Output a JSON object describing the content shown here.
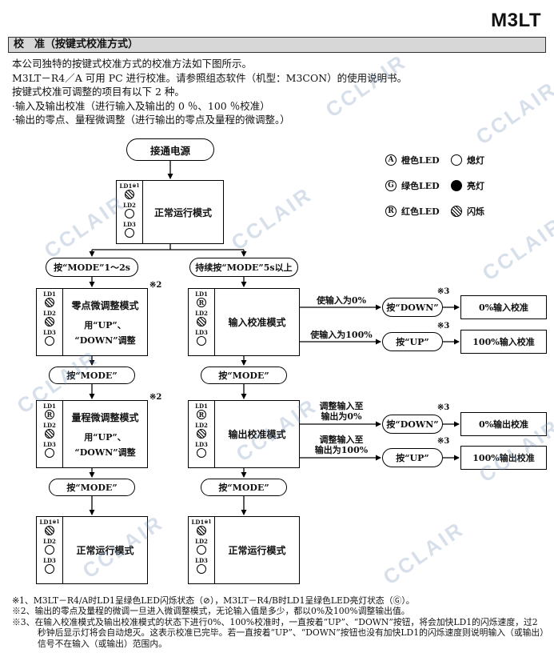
{
  "page": {
    "product": "M3LT",
    "section_title": "校　准（按键式校准方式）",
    "intro": [
      "本公司独特的按键式校准方式的校准方法如下图所示。",
      "M3LT－R4／A 可用 PC 进行校准。请参照组态软件（机型：M3CON）的使用说明书。",
      "按键式校准可调整的项目有以下 2 种。",
      "·输入及输出校准（进行输入及输出的 0 ％、100 ％校准）",
      "·输出的零点、量程微调整（进行输出的零点及量程的微调整。）"
    ],
    "watermark": "CCLAIR"
  },
  "legend": {
    "colors": [
      {
        "letter": "A",
        "label": "橙色LED"
      },
      {
        "letter": "G",
        "label": "绿色LED"
      },
      {
        "letter": "R",
        "label": "红色LED"
      }
    ],
    "states": [
      {
        "state": "off",
        "label": "熄灯"
      },
      {
        "state": "on",
        "label": "亮灯"
      },
      {
        "state": "flash",
        "label": "闪烁"
      }
    ]
  },
  "flow": {
    "start_label": "接通电源",
    "branch_left_label": "按“MODE”1～2s",
    "branch_right_label": "持续按“MODE”5s以上",
    "mode_button_label": "按“MODE”",
    "led_names": [
      "LD1",
      "LD2",
      "LD3"
    ],
    "note_refs": {
      "n1": "※1",
      "n2": "※2",
      "n3": "※3"
    },
    "boxes": {
      "normal_top": {
        "title": "正常运行模式",
        "leds": [
          "flash",
          "off",
          "off"
        ]
      },
      "zero_adjust": {
        "title": "零点微调整模式",
        "line2": "用“UP”、",
        "line3": "“DOWN”调整",
        "leds": [
          "flash",
          "flash",
          "off"
        ]
      },
      "input_cal": {
        "title": "输入校准模式",
        "leds": [
          "R",
          "flash",
          "off"
        ]
      },
      "span_adjust": {
        "title": "量程微调整模式",
        "line2": "用“UP”、",
        "line3": "“DOWN”调整",
        "leds": [
          "R",
          "flash",
          "off"
        ]
      },
      "output_cal": {
        "title": "输出校准模式",
        "leds": [
          "R",
          "flash",
          "off"
        ]
      },
      "normal_bottom_left": {
        "title": "正常运行模式",
        "leds": [
          "flash",
          "off",
          "off"
        ]
      },
      "normal_bottom_right": {
        "title": "正常运行模式",
        "leds": [
          "flash",
          "off",
          "off"
        ]
      }
    },
    "side_flows": [
      {
        "condition": "使输入为0%",
        "button": "按“DOWN”",
        "result": "0%输入校准"
      },
      {
        "condition": "使输入为100%",
        "button": "按“UP”",
        "result": "100%输入校准"
      },
      {
        "condition_line1": "调整输入至",
        "condition_line2": "输出为0%",
        "button": "按“DOWN”",
        "result": "0%输出校准"
      },
      {
        "condition_line1": "调整输入至",
        "condition_line2": "输出为100%",
        "button": "按“UP”",
        "result": "100%输出校准"
      }
    ]
  },
  "footnotes": [
    "※1、M3LT－R4/A时LD1呈绿色LED闪烁状态（⊘），M3LT－R4/B时LD1呈绿色LED亮灯状态（Ⓖ）。",
    "※2、输出的零点及量程的微调一旦进入微调整模式，无论输入值是多少，都以0%及100%调整输出值。",
    "※3、在输入校准模式及输出校准模式的状态下进行0%、100%校准时，一直按着“UP”、“DOWN”按钮，将会加快LD1的闪烁速度，过2秒钟后显示灯将会自动熄灭。这表示校准已完毕。若一直按着“UP”、“DOWN”按钮也没有加快LD1的闪烁速度则说明输入（或输出）信号不在输入（或输出）范围内。"
  ]
}
